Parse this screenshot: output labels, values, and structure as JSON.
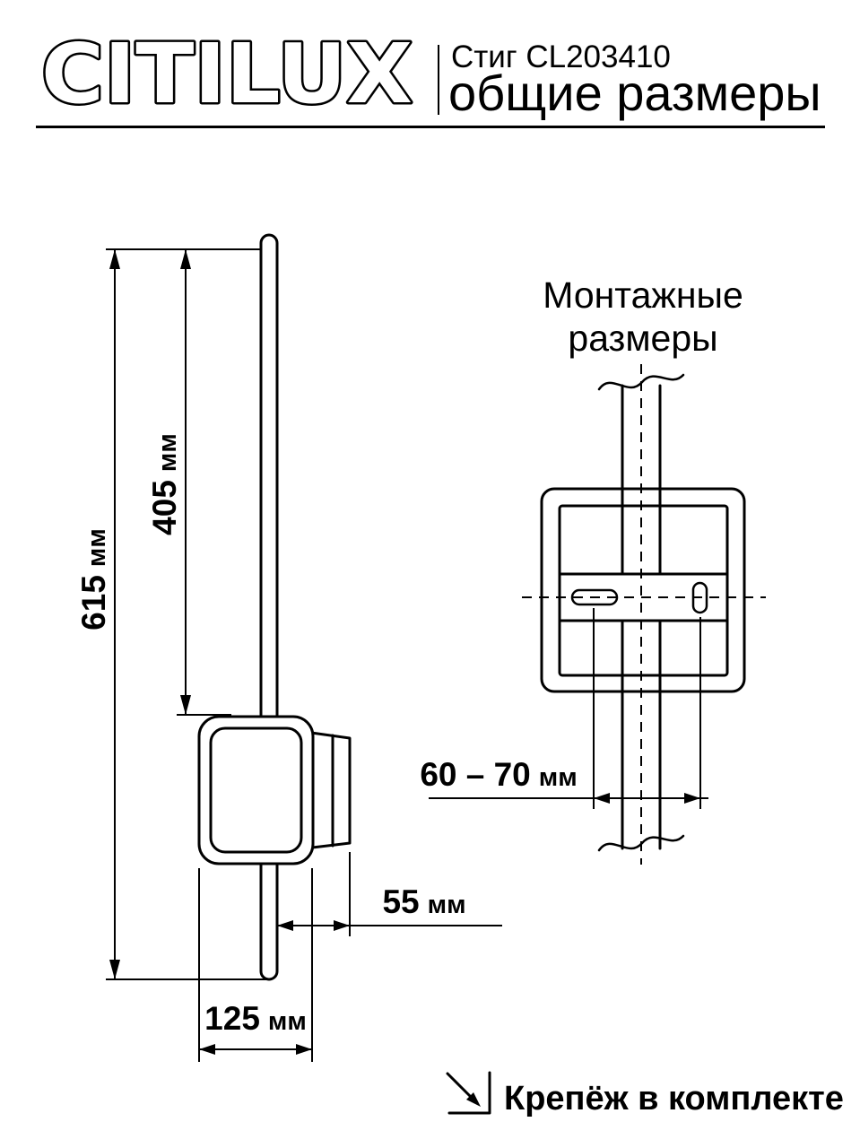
{
  "header": {
    "logo": "CITILUX",
    "model": "Стиг CL203410",
    "subtitle": "общие размеры"
  },
  "general_view": {
    "dim_total_height": {
      "value": "615",
      "unit": "мм"
    },
    "dim_upper_height": {
      "value": "405",
      "unit": "мм"
    },
    "dim_depth": {
      "value": "55",
      "unit": "мм"
    },
    "dim_width": {
      "value": "125",
      "unit": "мм"
    }
  },
  "mounting_view": {
    "title_line1": "Монтажные",
    "title_line2": "размеры",
    "dim_hole_spacing": {
      "value": "60 – 70",
      "unit": "мм"
    }
  },
  "footer": {
    "hardware_note": "Крепёж в комплекте"
  },
  "colors": {
    "ink": "#000000",
    "paper": "#ffffff"
  }
}
